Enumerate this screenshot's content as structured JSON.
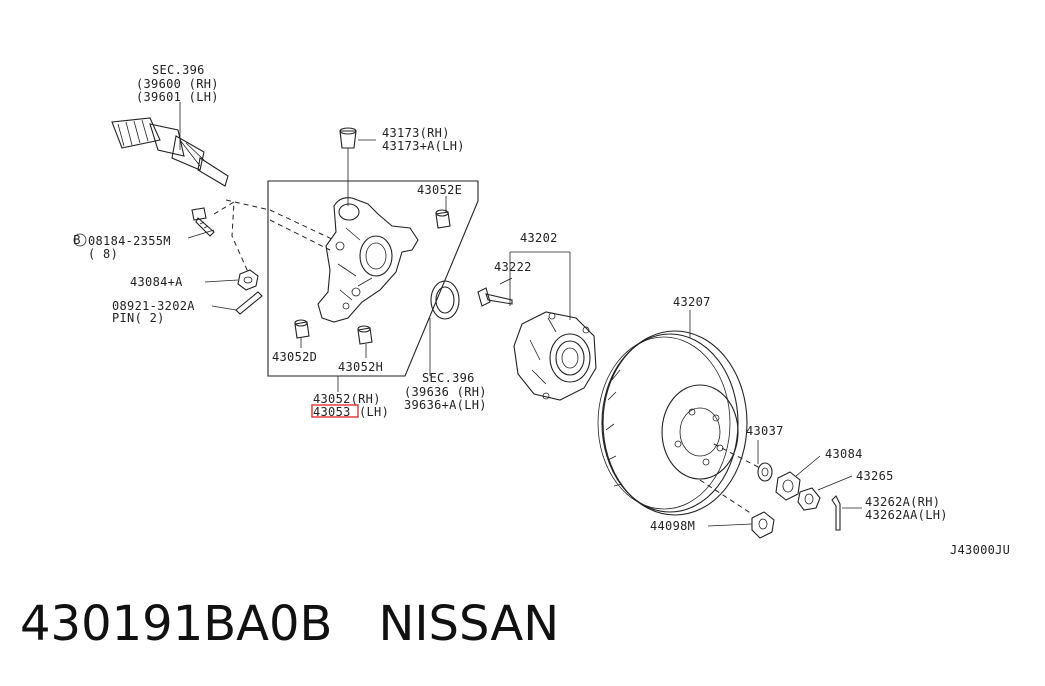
{
  "labels": {
    "sec396_top": "SEC.396",
    "l39600": "(39600 (RH)",
    "l39601": "(39601 (LH)",
    "l43173rh": "43173(RH)",
    "l43173lh": "43173+A(LH)",
    "l43052e": "43052E",
    "l08184": "08184-2355M",
    "l08184_qty": "( 8)",
    "l43084a": "43084+A",
    "l08921": "08921-3202A",
    "lpin": "PIN( 2)",
    "l43052d": "43052D",
    "l43052h": "43052H",
    "l43052rh": "43052(RH)",
    "l43053lh_code": "43053",
    "l43053lh_side": "(LH)",
    "l43202": "43202",
    "l43222": "43222",
    "sec396_mid": "SEC.396",
    "l39636rh": "(39636   (RH)",
    "l39636lh": "39636+A(LH)",
    "l43207": "43207",
    "l43037": "43037",
    "l43084": "43084",
    "l43265": "43265",
    "l43262rh": "43262A(RH)",
    "l43262lh": "43262AA(LH)",
    "l44098m": "44098M",
    "diagram_code": "J43000JU",
    "bolt_marker": "B"
  },
  "footer": {
    "part_number": "430191BA0B",
    "brand": "NISSAN"
  },
  "colors": {
    "highlight": "#e53030",
    "ink": "#222222"
  }
}
